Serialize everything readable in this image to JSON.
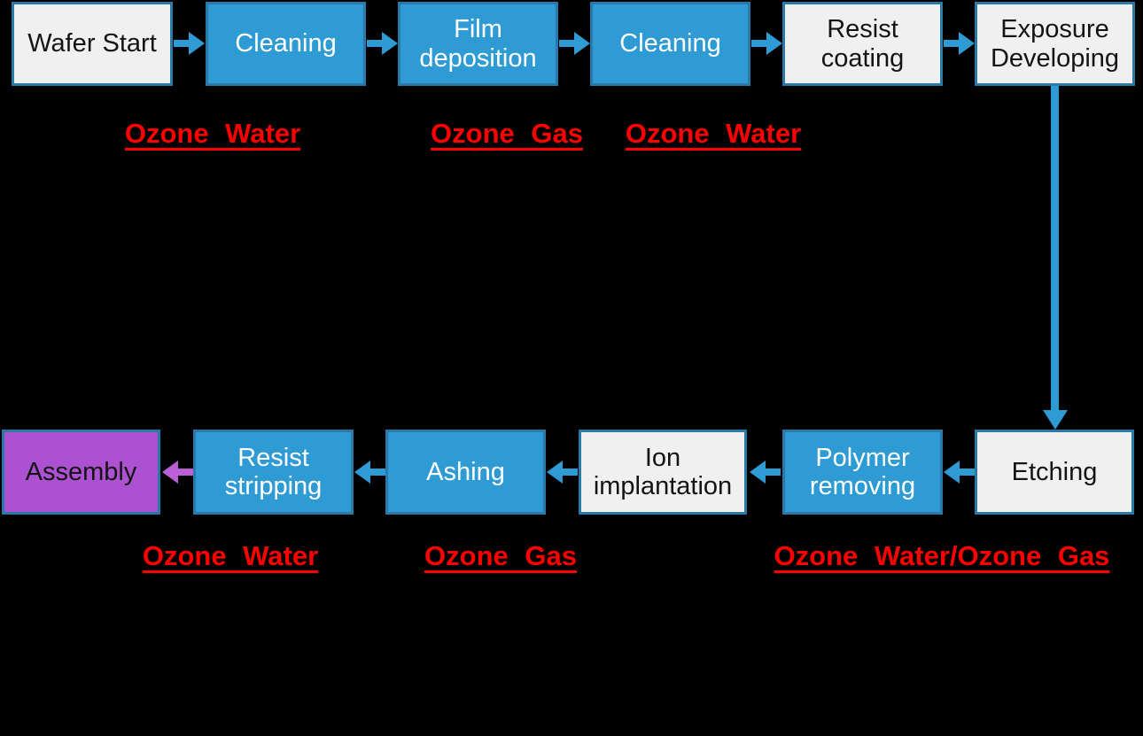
{
  "colors": {
    "background": "#000000",
    "box_blue": "#2E9BD5",
    "box_light": "#F0F0F0",
    "box_purple": "#AB51D1",
    "box_border": "#2B79A9",
    "arrow_blue": "#2E9BD5",
    "arrow_purple": "#BA5FD6",
    "label_red": "#FF0000",
    "text_dark": "#141414",
    "text_light": "#FFFFFF"
  },
  "flow": {
    "top_row": [
      {
        "label": "Wafer Start",
        "type": "light"
      },
      {
        "label": "Cleaning",
        "type": "blue"
      },
      {
        "label": "Film deposition",
        "type": "blue"
      },
      {
        "label": "Cleaning",
        "type": "blue"
      },
      {
        "label": "Resist coating",
        "type": "light"
      },
      {
        "label": "Exposure Developing",
        "type": "light"
      }
    ],
    "bottom_row": [
      {
        "label": "Assembly",
        "type": "purple"
      },
      {
        "label": "Resist stripping",
        "type": "blue"
      },
      {
        "label": "Ashing",
        "type": "blue"
      },
      {
        "label": "Ion implantation",
        "type": "light"
      },
      {
        "label": "Polymer removing",
        "type": "blue"
      },
      {
        "label": "Etching",
        "type": "light"
      }
    ],
    "ozone_labels_top": [
      "Ozone Water",
      "Ozone Gas",
      "Ozone Water"
    ],
    "ozone_labels_bottom": [
      "Ozone Water",
      "Ozone Gas",
      "Ozone Water/Ozone Gas"
    ]
  }
}
